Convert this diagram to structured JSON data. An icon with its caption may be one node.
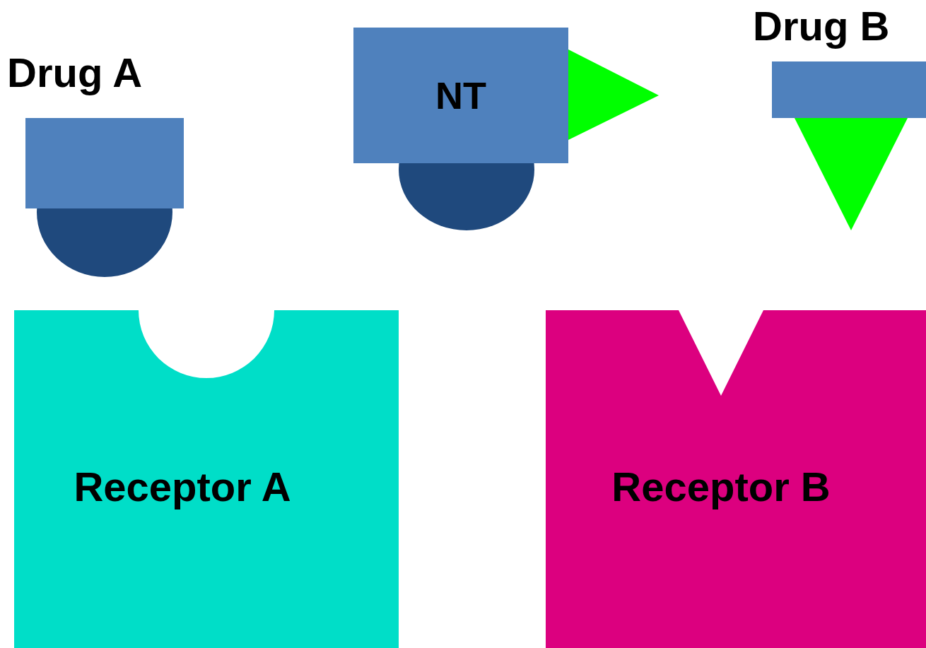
{
  "diagram": {
    "nodes": [
      {
        "text": [
          "Drug A"
        ]
      },
      {
        "text": [
          "NT"
        ]
      },
      {
        "text": [
          "Drug B"
        ]
      },
      {
        "text": [
          "Receptor A"
        ]
      },
      {
        "text": [
          "Receptor B"
        ]
      }
    ]
  }
}
